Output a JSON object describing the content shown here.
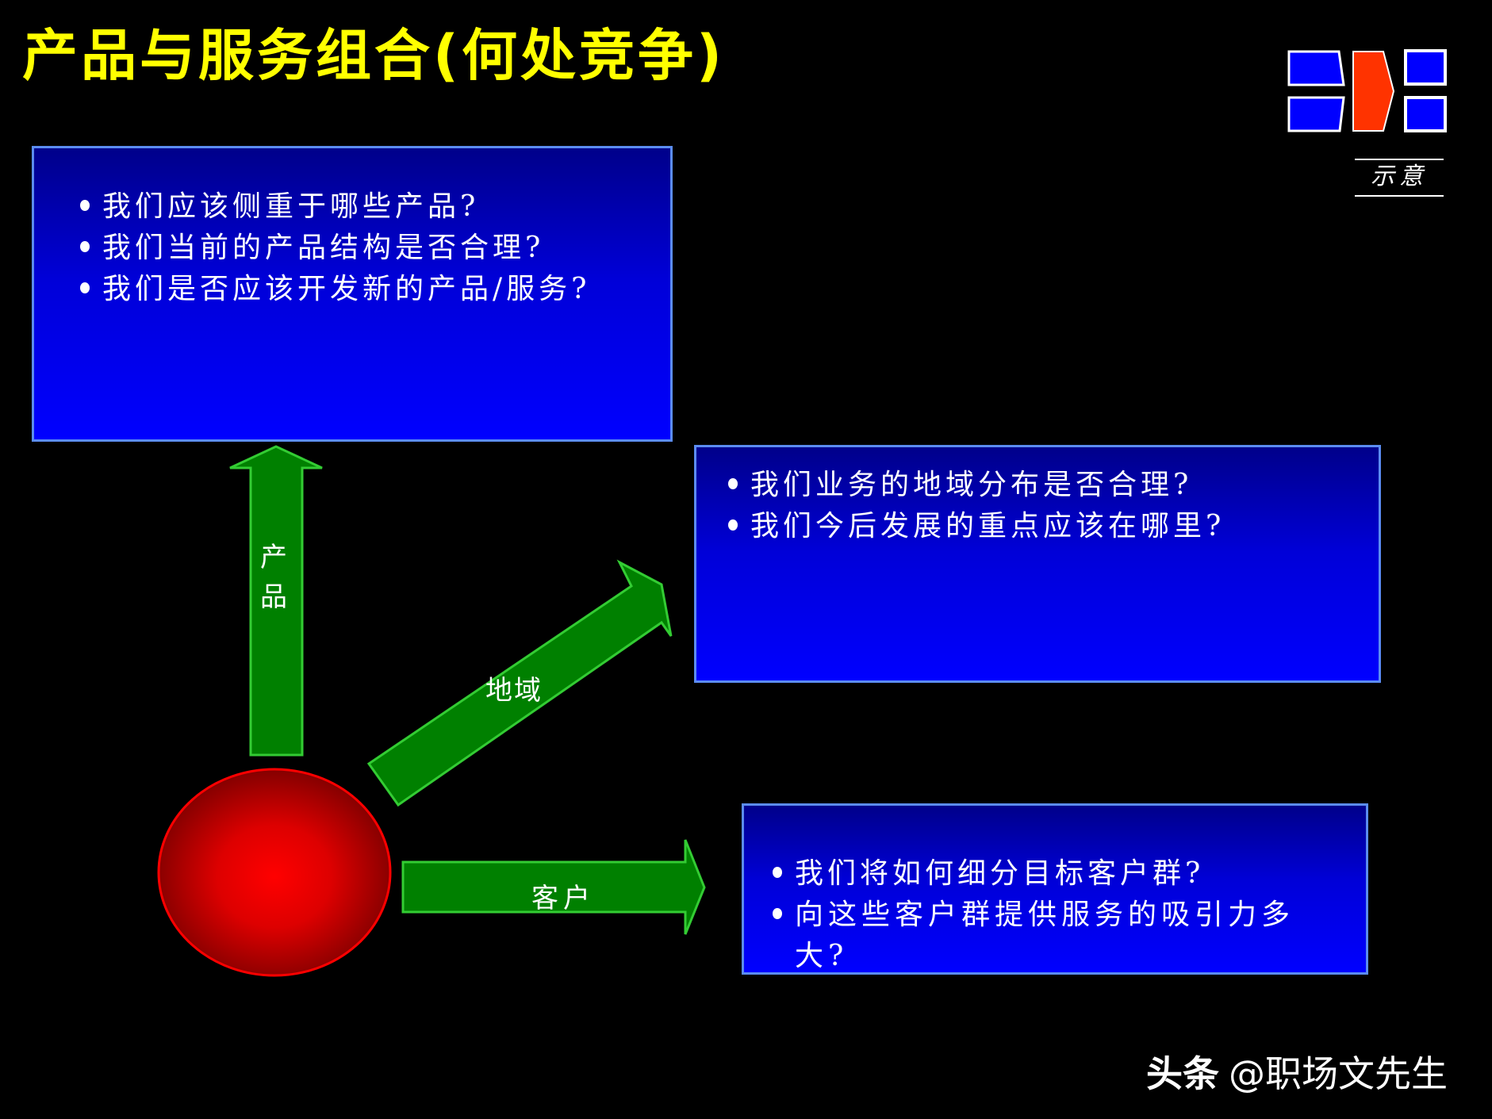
{
  "slide": {
    "title": "产品与服务组合(何处竞争)",
    "legend_tag": "示意",
    "watermark": {
      "brand": "头条",
      "handle": "@职场文先生"
    }
  },
  "colors": {
    "background": "#000000",
    "title": "#ffff00",
    "box_border": "#5b8cf0",
    "box_fill_top": "#00008a",
    "box_fill_bottom": "#0000ff",
    "arrow_fill": "#008000",
    "arrow_stroke": "#33cc33",
    "core_circle": "#ff0000",
    "logo_blue": "#0000ff",
    "logo_orange": "#ff3300"
  },
  "diagram": {
    "core": {
      "shape": "red-sphere"
    },
    "arrows": [
      {
        "id": "product",
        "label": "产品",
        "direction": "up"
      },
      {
        "id": "region",
        "label": "地域",
        "direction": "up-right"
      },
      {
        "id": "customer",
        "label": "客户",
        "direction": "right"
      }
    ],
    "boxes": {
      "product": {
        "questions": [
          "我们应该侧重于哪些产品?",
          "我们当前的产品结构是否合理?",
          "我们是否应该开发新的产品/服务?"
        ]
      },
      "region": {
        "questions": [
          "我们业务的地域分布是否合理?",
          "我们今后发展的重点应该在哪里?"
        ]
      },
      "customer": {
        "questions": [
          "我们将如何细分目标客户群?",
          "向这些客户群提供服务的吸引力多大?"
        ]
      }
    }
  }
}
